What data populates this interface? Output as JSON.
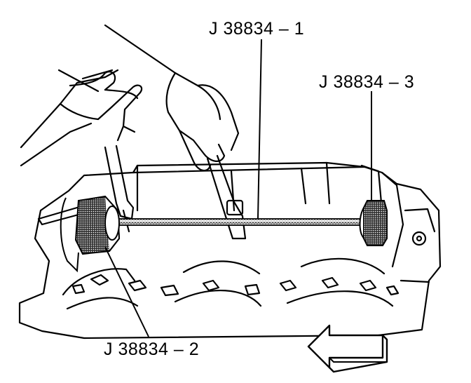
{
  "callouts": {
    "tool_1": "J 38834 – 1",
    "tool_2": "J 38834 – 2",
    "tool_3": "J 38834 – 3"
  },
  "colors": {
    "ink": "#000000",
    "paper": "#ffffff",
    "stipple": "#555555"
  },
  "icons": {
    "direction_arrow": "arrow-left-icon"
  }
}
